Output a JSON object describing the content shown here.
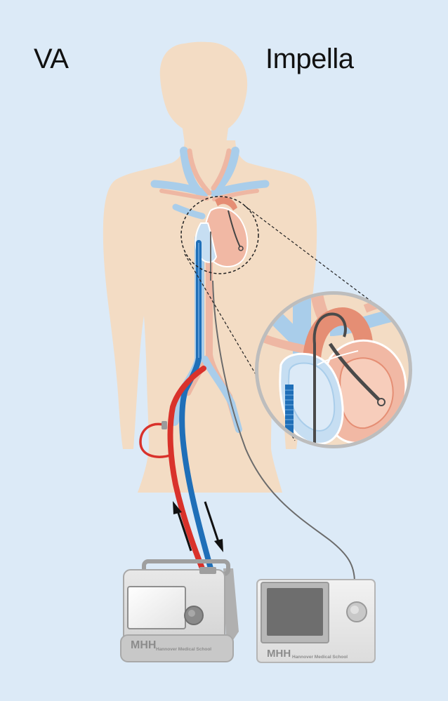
{
  "labels": {
    "left": "VA",
    "right": "Impella"
  },
  "devices": {
    "ecmo_console": {
      "logo": "MHH",
      "institution": "Hannover Medical School"
    },
    "impella_console": {
      "logo": "MHH",
      "institution": "Hannover Medical School"
    }
  },
  "colors": {
    "background": "#dceaf7",
    "body": "#f3dcc4",
    "arterial": "#d9322b",
    "venous": "#1f6fb8",
    "vessel_light_blue": "#a9cdea",
    "vessel_light_red": "#eeb7a3",
    "device_grey": "#c8c8c8"
  },
  "icons": [
    "flow-out-arrow-icon",
    "flow-in-arrow-icon",
    "magnifier-circle-icon"
  ]
}
